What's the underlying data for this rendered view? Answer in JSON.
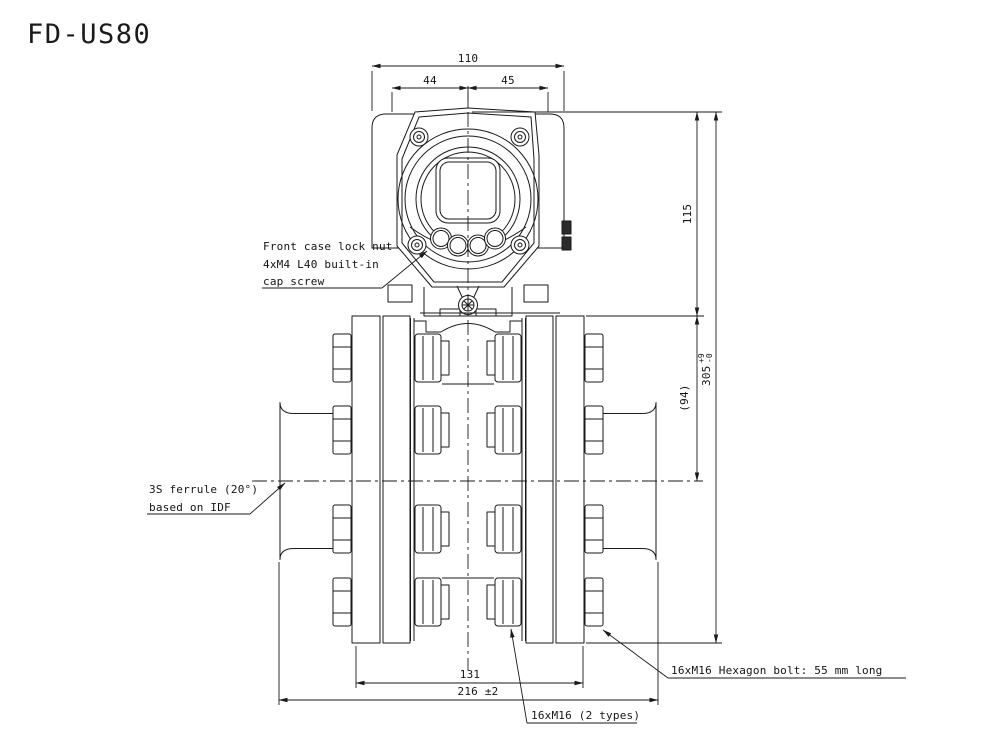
{
  "drawing": {
    "title": "FD-US80",
    "background": "#ffffff",
    "line_color": "#1a1a1a"
  },
  "dimensions": {
    "top_overall": "110",
    "top_left": "44",
    "top_right": "45",
    "height_upper": "115",
    "height_ref": "(94)",
    "overall_height": "305",
    "overall_height_tol_plus": "+9",
    "overall_height_tol_minus": "-0",
    "bolt_span": "131",
    "face_to_face": "216 ±2"
  },
  "notes": {
    "front_case": {
      "l1": "Front case lock nut",
      "l2": "4xM4 L40 built-in",
      "l3": "cap screw"
    },
    "ferrule": {
      "l1": "3S ferrule (20°)",
      "l2": "based on IDF"
    },
    "bolt_types": "16xM16 (2 types)",
    "hex_bolt": "16xM16 Hexagon bolt: 55 mm long"
  }
}
